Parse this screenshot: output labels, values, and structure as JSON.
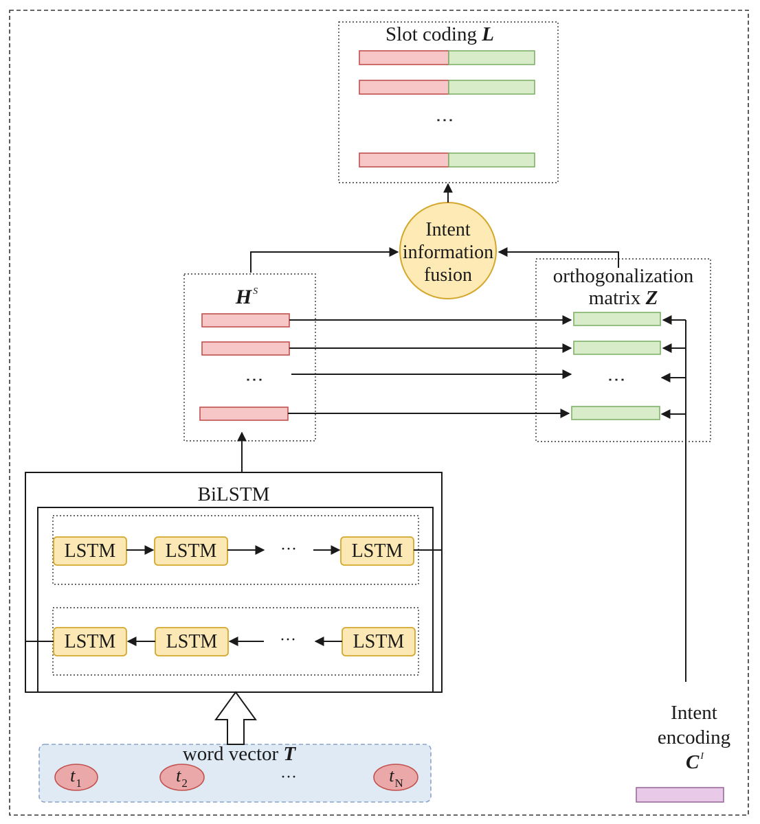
{
  "slot_coding": {
    "label": "Slot coding ",
    "symbol": "L"
  },
  "fusion": {
    "line1": "Intent",
    "line2": "information",
    "line3": "fusion"
  },
  "hidden": {
    "symbol": "H",
    "superscript": "S"
  },
  "ortho": {
    "line1": "orthogonalization",
    "line2": "matrix ",
    "symbol": "Z"
  },
  "bilstm": {
    "title": "BiLSTM",
    "cell_label": "LSTM",
    "ellipsis": "···"
  },
  "word_vector": {
    "label": "word vector ",
    "symbol": "T",
    "tokens": [
      {
        "base": "t",
        "sub": "1"
      },
      {
        "base": "t",
        "sub": "2"
      },
      {
        "base": "t",
        "sub": "N"
      }
    ],
    "ellipsis": "···"
  },
  "intent_encoding": {
    "line1": "Intent",
    "line2": "encoding",
    "symbol": "C",
    "superscript": "I"
  },
  "vdots": "⋮",
  "colors": {
    "pink_fill": "#f7c6c7",
    "pink_stroke": "#c0504d",
    "green_fill": "#d8ecc9",
    "green_stroke": "#7fb069",
    "lstm_fill": "#fbe8b4",
    "lstm_stroke": "#d4a72c",
    "fusion_fill": "#fdeab5",
    "fusion_stroke": "#d4a72c",
    "token_fill": "#eba8a8",
    "token_stroke": "#c0504d",
    "wv_fill": "#dfeaf5",
    "wv_stroke": "#8aa4c8",
    "intent_fill": "#e9c9e8",
    "intent_stroke": "#9a6a9a"
  }
}
